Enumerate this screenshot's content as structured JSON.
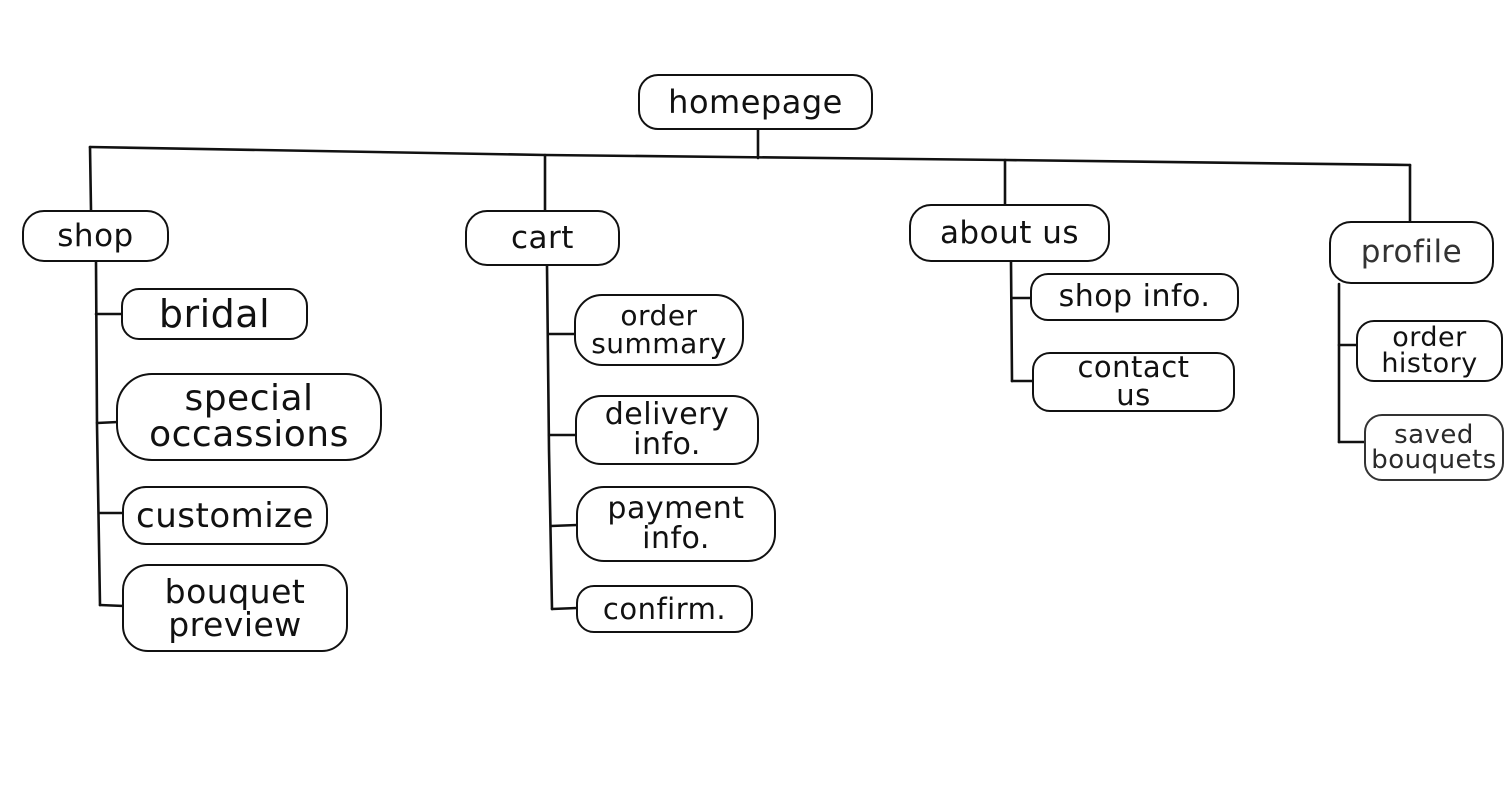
{
  "diagram": {
    "root": {
      "label": "homepage"
    },
    "branches": [
      {
        "label": "shop",
        "children": [
          "bridal",
          "special\noccassions",
          "customize",
          "bouquet\npreview"
        ]
      },
      {
        "label": "cart",
        "children": [
          "order\nsummary",
          "delivery\ninfo.",
          "payment\ninfo.",
          "confirm."
        ]
      },
      {
        "label": "about us",
        "children": [
          "shop info.",
          "contact\nus"
        ]
      },
      {
        "label": "profile",
        "children": [
          "order\nhistory",
          "saved\nbouquets"
        ]
      }
    ],
    "ink_color": "#111111",
    "background_color": "#ffffff"
  }
}
